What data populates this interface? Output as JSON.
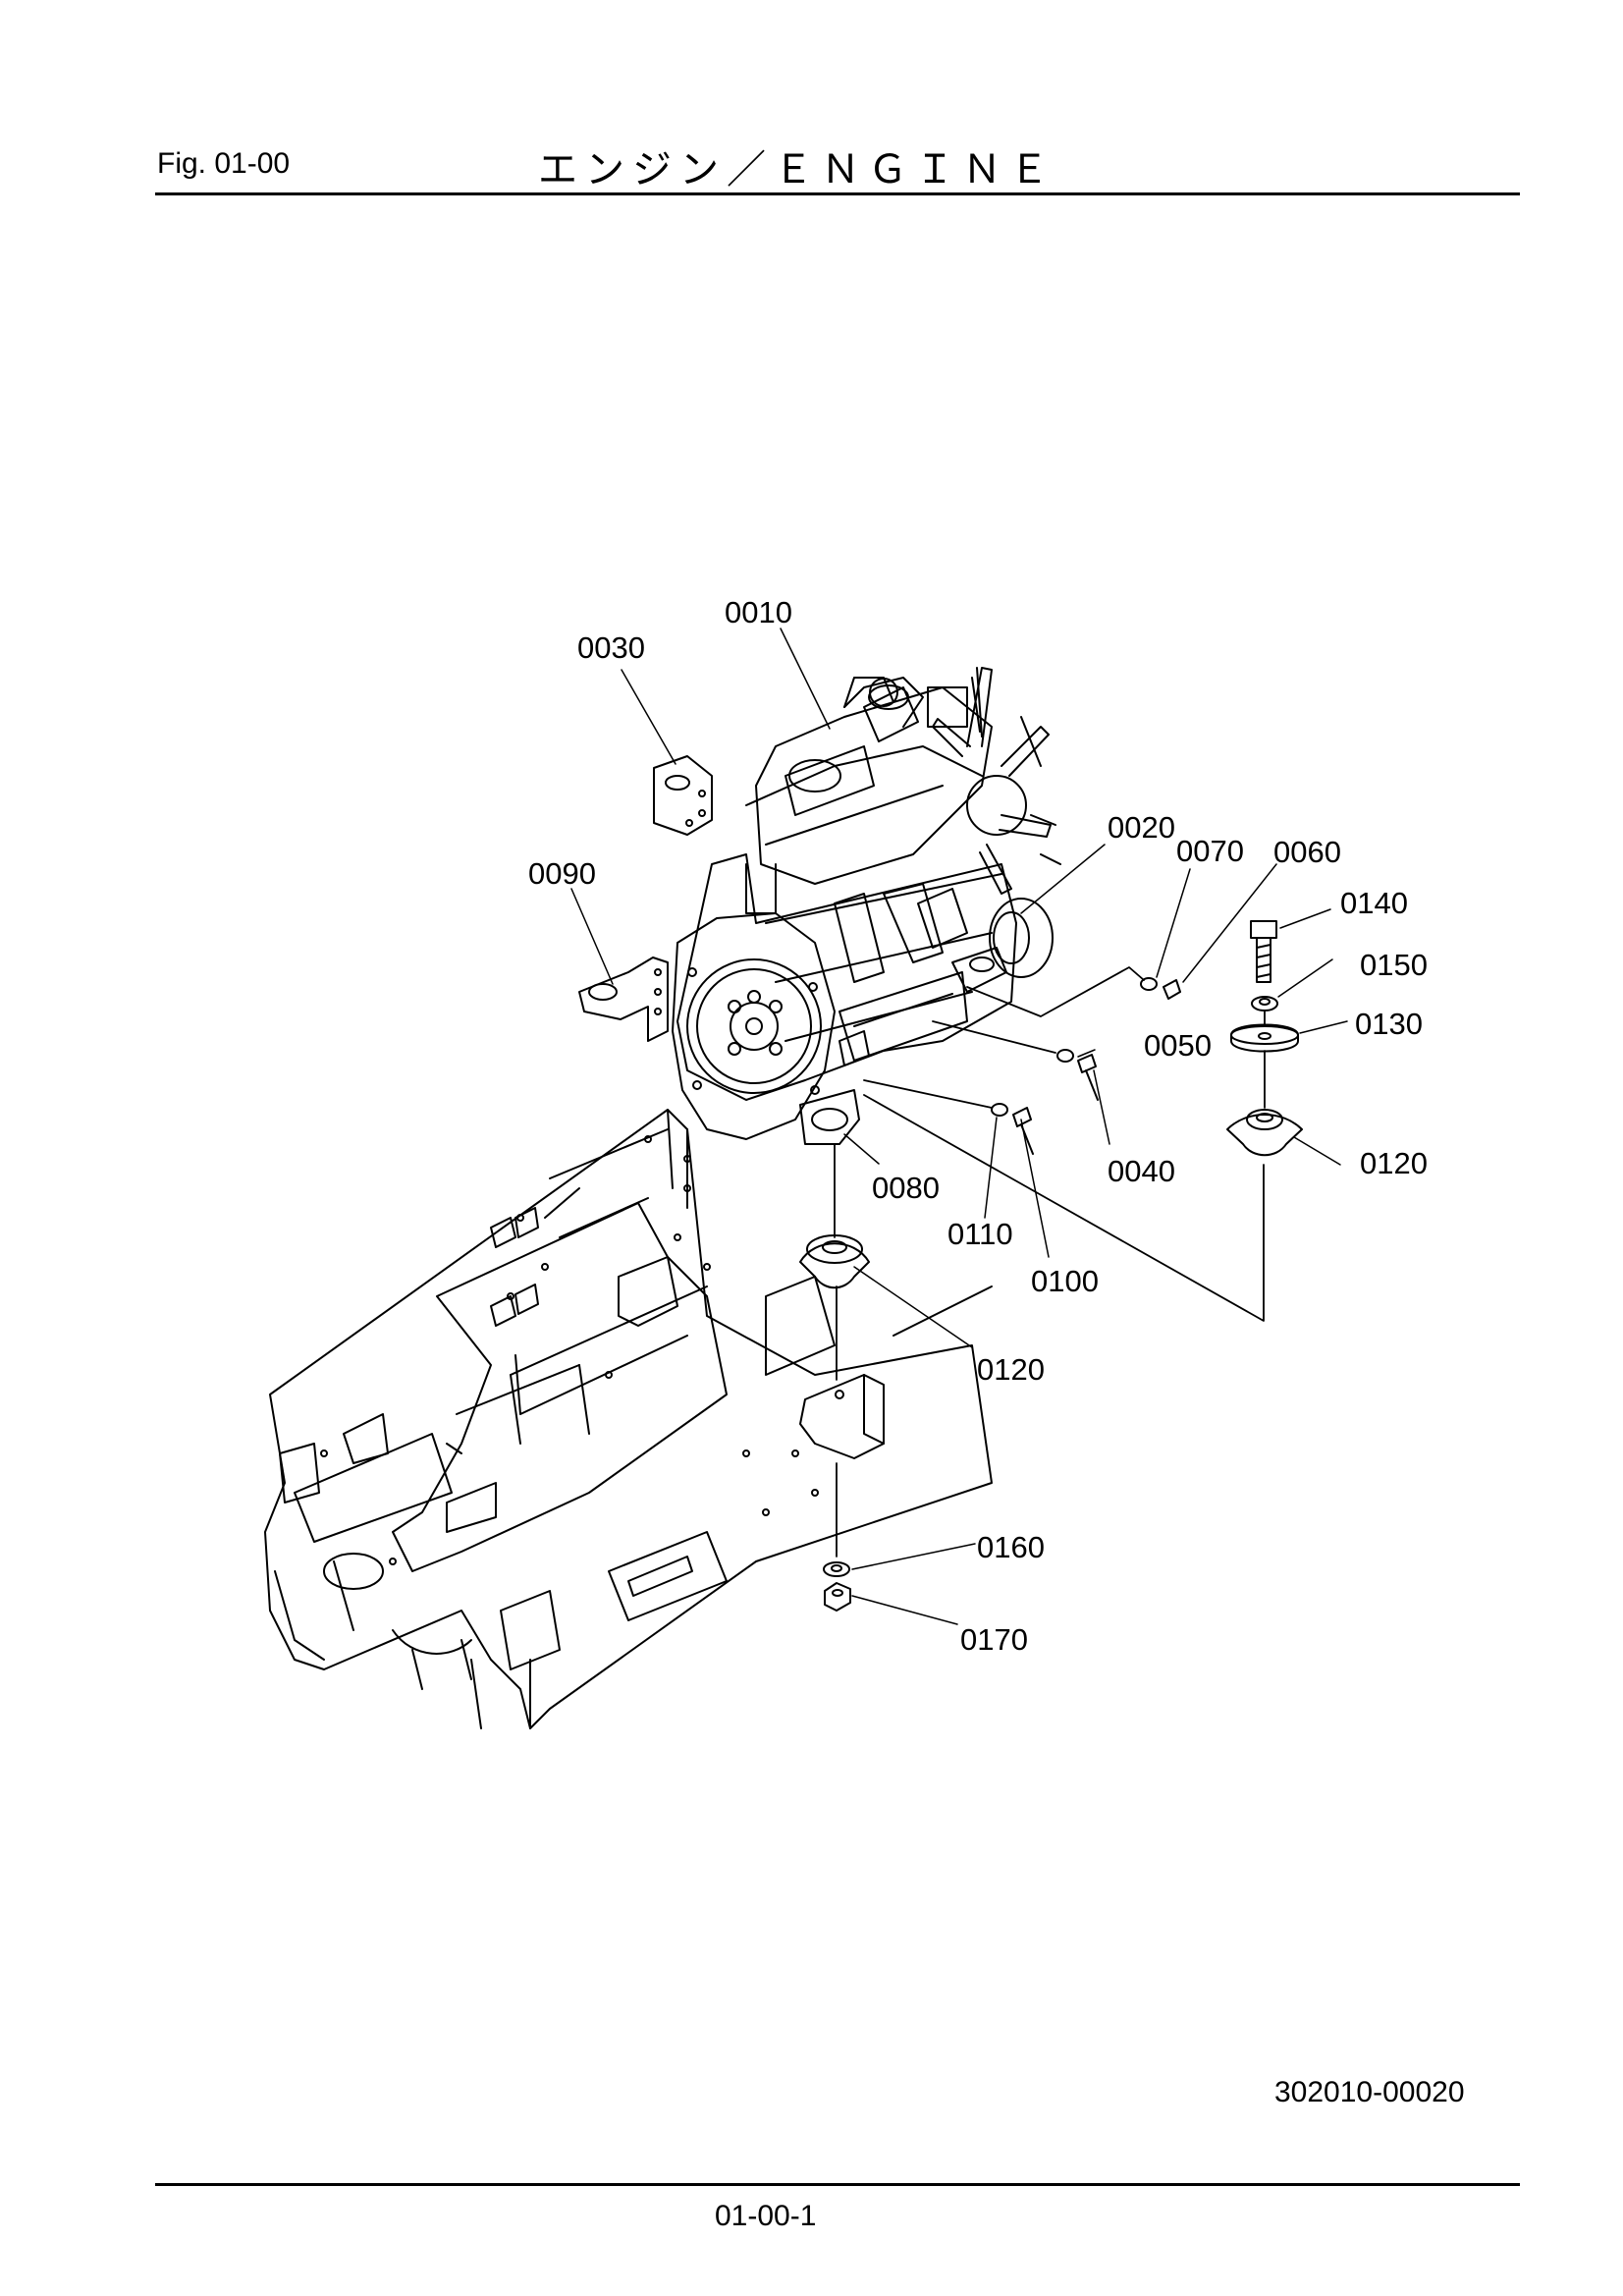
{
  "header": {
    "fig": "Fig.  01-00",
    "title": "エンジン／ＥＮＧＩＮＥ"
  },
  "labels": {
    "p0010": "0010",
    "p0020": "0020",
    "p0030": "0030",
    "p0040": "0040",
    "p0050": "0050",
    "p0060": "0060",
    "p0070": "0070",
    "p0080": "0080",
    "p0090": "0090",
    "p0100": "0100",
    "p0110": "0110",
    "p0120a": "0120",
    "p0120b": "0120",
    "p0130": "0130",
    "p0140": "0140",
    "p0150": "0150",
    "p0160": "0160",
    "p0170": "0170"
  },
  "footer": {
    "drawing_number": "302010-00020",
    "page_number": "01-00-1"
  }
}
